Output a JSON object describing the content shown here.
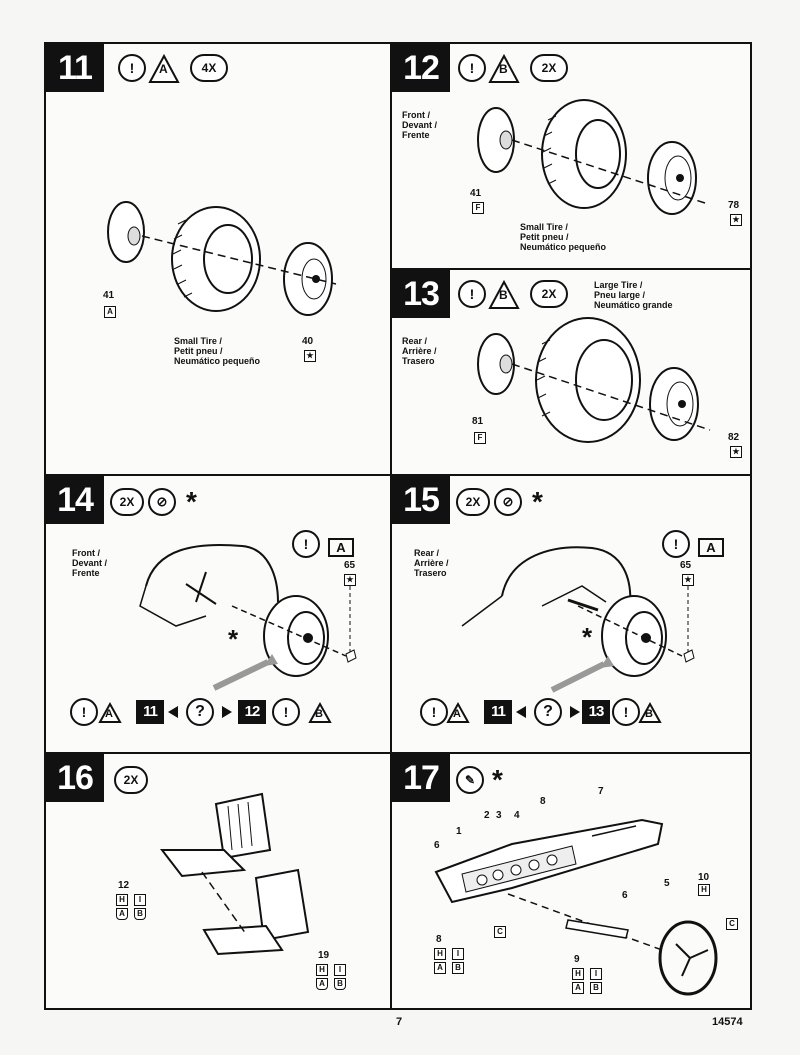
{
  "steps": {
    "s11": {
      "number": "11",
      "count": "4X",
      "letter": "A",
      "tire_label": "Small Tire /\nPetit pneu /\nNeumático pequeño",
      "part_a": "41",
      "part_a_code": "A",
      "part_b": "40",
      "part_b_code": "★"
    },
    "s12": {
      "number": "12",
      "count": "2X",
      "letter": "B",
      "pos_label": "Front /\nDevant /\nFrente",
      "tire_label": "Small Tire /\nPetit pneu /\nNeumático pequeño",
      "part_a": "41",
      "part_a_code": "F",
      "part_b": "78",
      "part_b_code": "★"
    },
    "s13": {
      "number": "13",
      "count": "2X",
      "letter": "B",
      "pos_label": "Rear /\nArrière /\nTrasero",
      "tire_label": "Large Tire /\nPneu large /\nNeumático grande",
      "part_a": "81",
      "part_a_code": "F",
      "part_b": "82",
      "part_b_code": "★"
    },
    "s14": {
      "number": "14",
      "count": "2X",
      "star": "*",
      "pos_label": "Front /\nDevant /\nFrente",
      "letter": "A",
      "part": "65",
      "part_code": "★",
      "ref_left": "11",
      "ref_right": "12",
      "ref_left_letter": "A",
      "ref_right_letter": "B",
      "question": "?"
    },
    "s15": {
      "number": "15",
      "count": "2X",
      "star": "*",
      "pos_label": "Rear /\nArrière /\nTrasero",
      "letter": "A",
      "part": "65",
      "part_code": "★",
      "ref_left": "11",
      "ref_right": "13",
      "ref_left_letter": "A",
      "ref_right_letter": "B",
      "question": "?"
    },
    "s16": {
      "number": "16",
      "count": "2X",
      "part_a": "12",
      "part_a_codes": [
        "H",
        "I"
      ],
      "part_a_letters": [
        "A",
        "B"
      ],
      "part_b": "19",
      "part_b_codes": [
        "H",
        "I"
      ],
      "part_b_letters": [
        "A",
        "B"
      ]
    },
    "s17": {
      "number": "17",
      "star": "*",
      "callouts": [
        "1",
        "2",
        "3",
        "4",
        "6",
        "7",
        "8",
        "5",
        "10",
        "6",
        "8",
        "9"
      ],
      "code_c": "C",
      "code_h": "H",
      "code_i": "I",
      "letter_a": "A",
      "letter_b": "B"
    }
  },
  "footer": {
    "page": "7",
    "code": "14574"
  }
}
